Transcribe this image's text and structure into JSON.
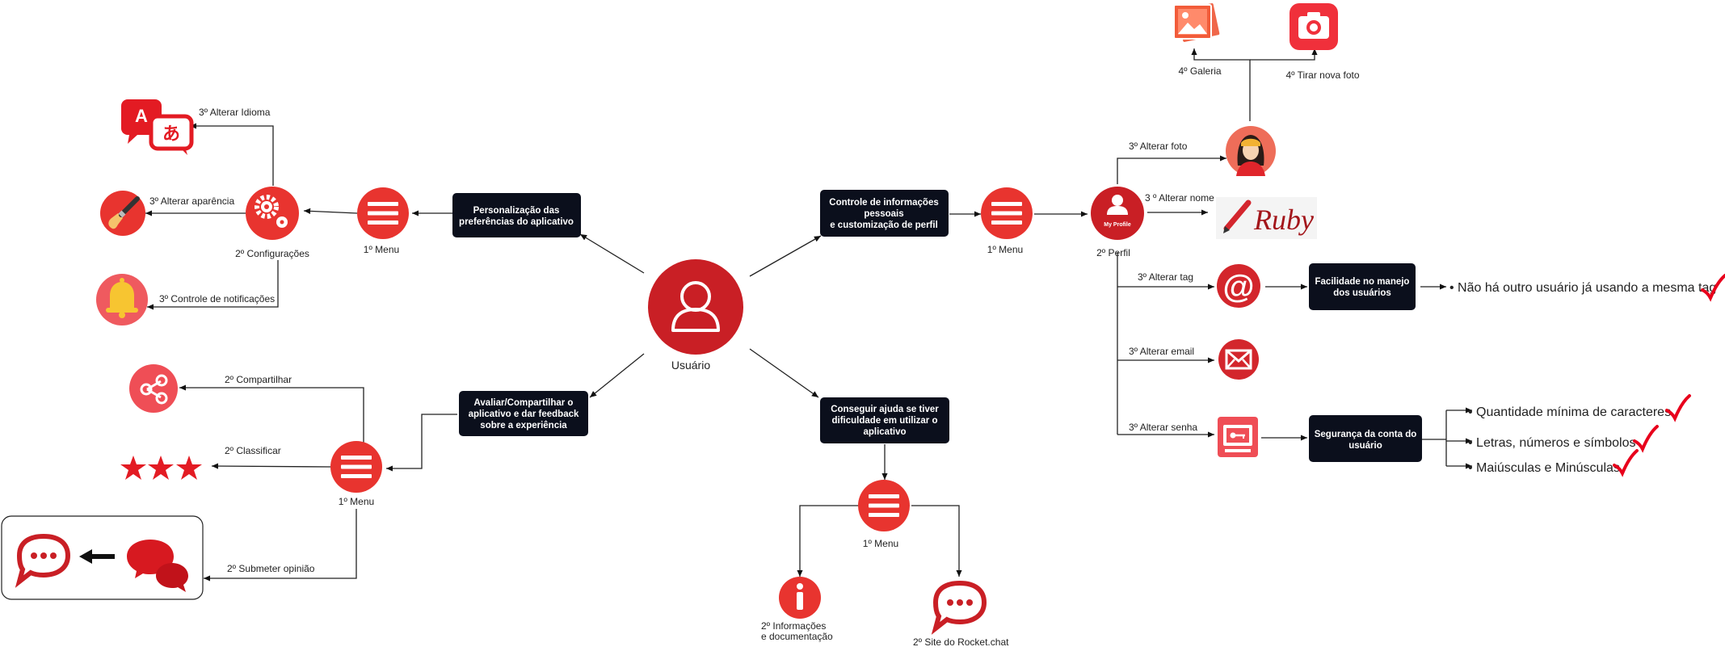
{
  "center": {
    "label": "Usuário"
  },
  "boxes": {
    "personalizacao": "Personalização das preferências do aplicativo",
    "controle": "Controle de informações pessoais e customização de perfil",
    "avaliar": "Avaliar/Compartilhar o aplicativo e dar feedback sobre a experiência",
    "ajuda": "Conseguir ajuda se tiver dificuldade em utilizar o aplicativo",
    "facilidade": "Facilidade no manejo dos usuários",
    "seguranca": "Segurança da conta do usuário"
  },
  "labels": {
    "menu_top_left": "1º Menu",
    "menu_top_right": "1º Menu",
    "menu_bottom_left": "1º Menu",
    "menu_bottom_center": "1º Menu",
    "configuracoes": "2º Configurações",
    "perfil": "2º Perfil",
    "alterar_idioma": "3º Alterar Idioma",
    "alterar_aparencia": "3º Alterar aparência",
    "controle_notificacoes": "3º Controle de notificações",
    "compartilhar": "2º Compartilhar",
    "classificar": "2º Classificar",
    "submeter_opiniao": "2º Submeter opinião",
    "informacoes_line1": "2º Informações",
    "informacoes_line2": "e documentação",
    "site_rocket": "2º Site do Rocket.chat",
    "alterar_foto": "3º Alterar foto",
    "alterar_nome": "3 º Alterar nome",
    "alterar_tag": "3º Alterar tag",
    "alterar_email": "3º Alterar email",
    "alterar_senha": "3º Alterar senha",
    "galeria": "4º Galeria",
    "tirar_foto": "4º Tirar nova foto",
    "my_profile": "My Profile",
    "ruby": "Ruby"
  },
  "bullets": {
    "tag": "• Não há outro usuário já usando a mesma tag",
    "caracteres": "• Quantidade mínima de caracteres",
    "letras": "• Letras, números e símbolos",
    "maiusculas": "• Maiúsculas e Minúsculas"
  },
  "icons": {
    "user": "user-icon",
    "menu": "hamburger-menu-icon",
    "settings": "gears-icon",
    "translate": "translate-icon",
    "paint": "paintbrush-icon",
    "bell": "bell-icon",
    "share": "share-icon",
    "stars": "stars-icon",
    "chat": "chat-bubble-icon",
    "info": "info-icon",
    "profile": "my-profile-icon",
    "avatar": "avatar-icon",
    "gallery": "gallery-icon",
    "camera": "camera-icon",
    "pencil": "pencil-icon",
    "at": "at-sign-icon",
    "email": "envelope-icon",
    "password": "password-key-icon",
    "check": "checkmark-icon"
  },
  "colors": {
    "red": "#e8342f",
    "dark_red": "#c91f25",
    "box": "#0b0f1c",
    "check": "#e8001c"
  }
}
